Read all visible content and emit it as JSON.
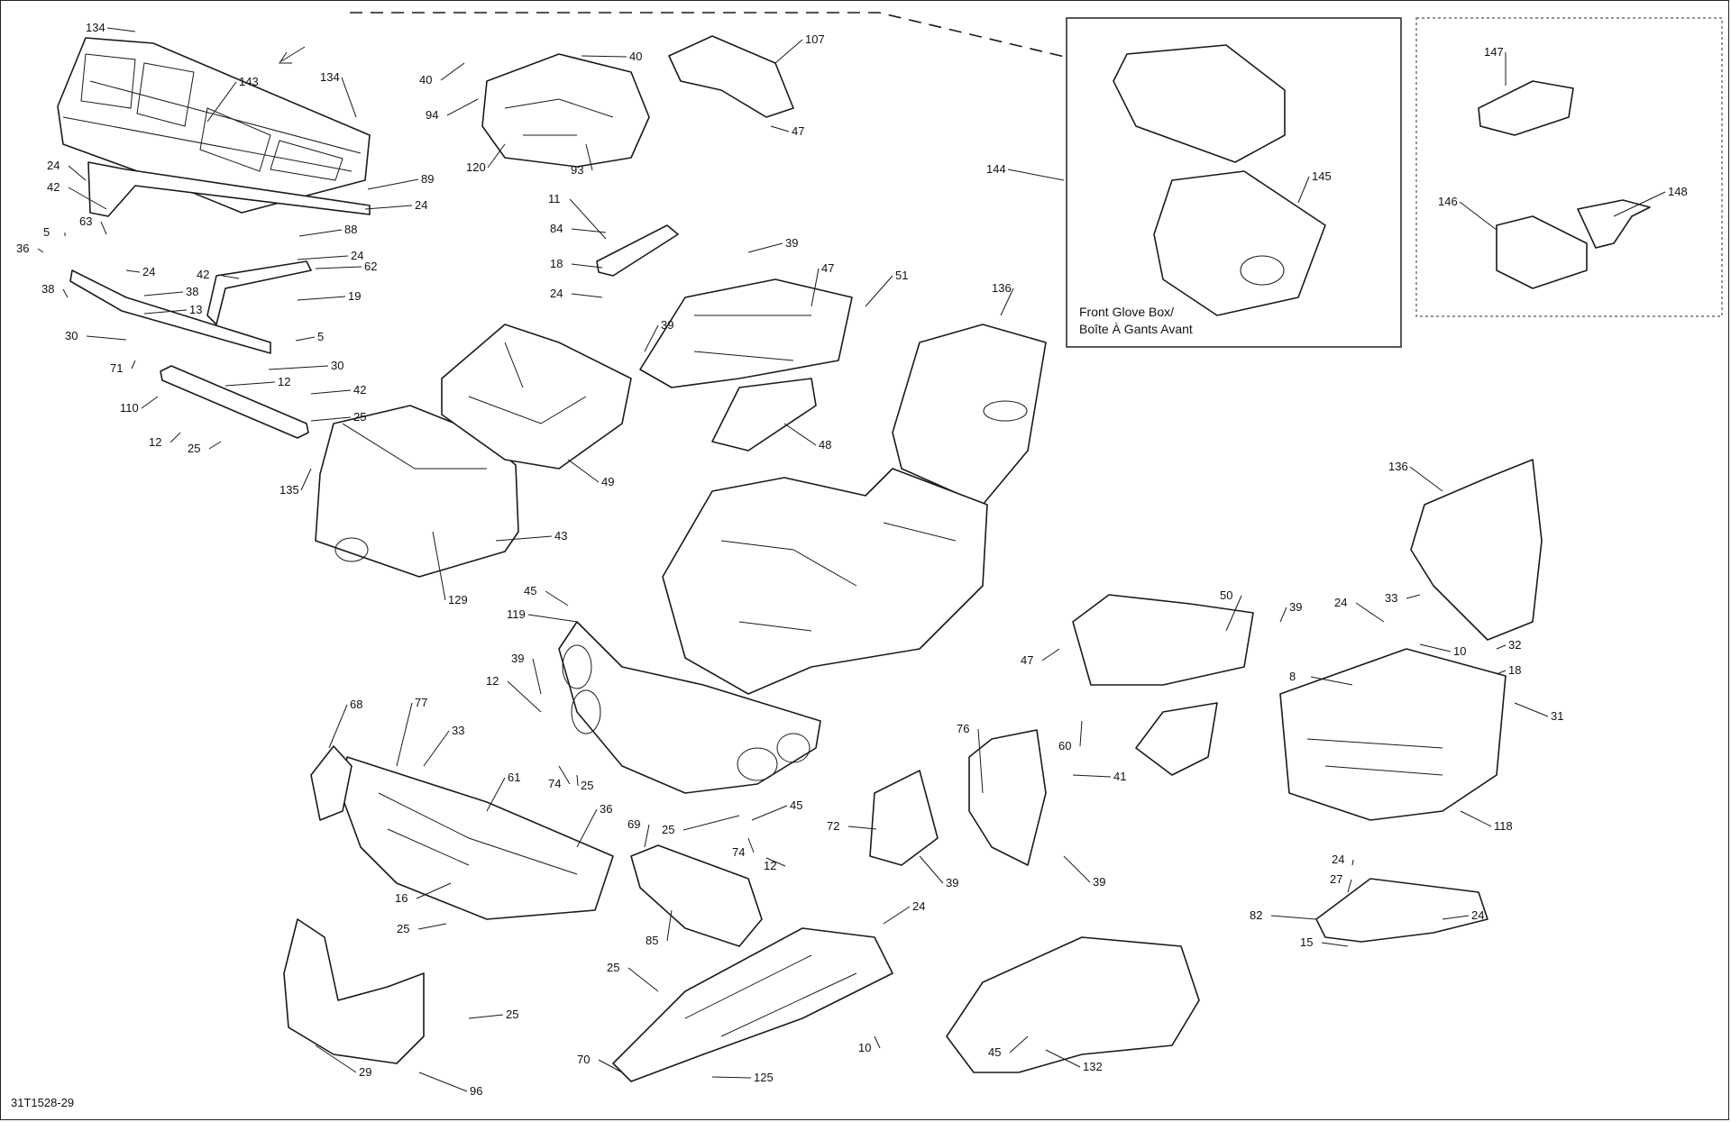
{
  "document_code": "31T1528-29",
  "inset_front_glove_box": {
    "line1": "Front Glove Box/",
    "line2": "Boîte À Gants Avant"
  },
  "callouts": [
    "134",
    "134",
    "143",
    "24",
    "42",
    "63",
    "5",
    "36",
    "38",
    "24",
    "42",
    "38",
    "13",
    "30",
    "71",
    "110",
    "12",
    "12",
    "25",
    "135",
    "89",
    "24",
    "88",
    "24",
    "62",
    "19",
    "5",
    "30",
    "42",
    "25",
    "40",
    "94",
    "120",
    "93",
    "40",
    "107",
    "47",
    "11",
    "84",
    "18",
    "24",
    "39",
    "47",
    "51",
    "39",
    "48",
    "49",
    "43",
    "129",
    "136",
    "144",
    "145",
    "147",
    "146",
    "148",
    "136",
    "33",
    "24",
    "32",
    "10",
    "18",
    "31",
    "39",
    "8",
    "50",
    "47",
    "60",
    "41",
    "76",
    "72",
    "39",
    "39",
    "118",
    "24",
    "27",
    "82",
    "24",
    "15",
    "45",
    "119",
    "39",
    "12",
    "74",
    "25",
    "25",
    "45",
    "74",
    "12",
    "68",
    "77",
    "33",
    "61",
    "36",
    "69",
    "16",
    "25",
    "85",
    "24",
    "25",
    "10",
    "70",
    "125",
    "45",
    "132",
    "25",
    "29",
    "96"
  ]
}
